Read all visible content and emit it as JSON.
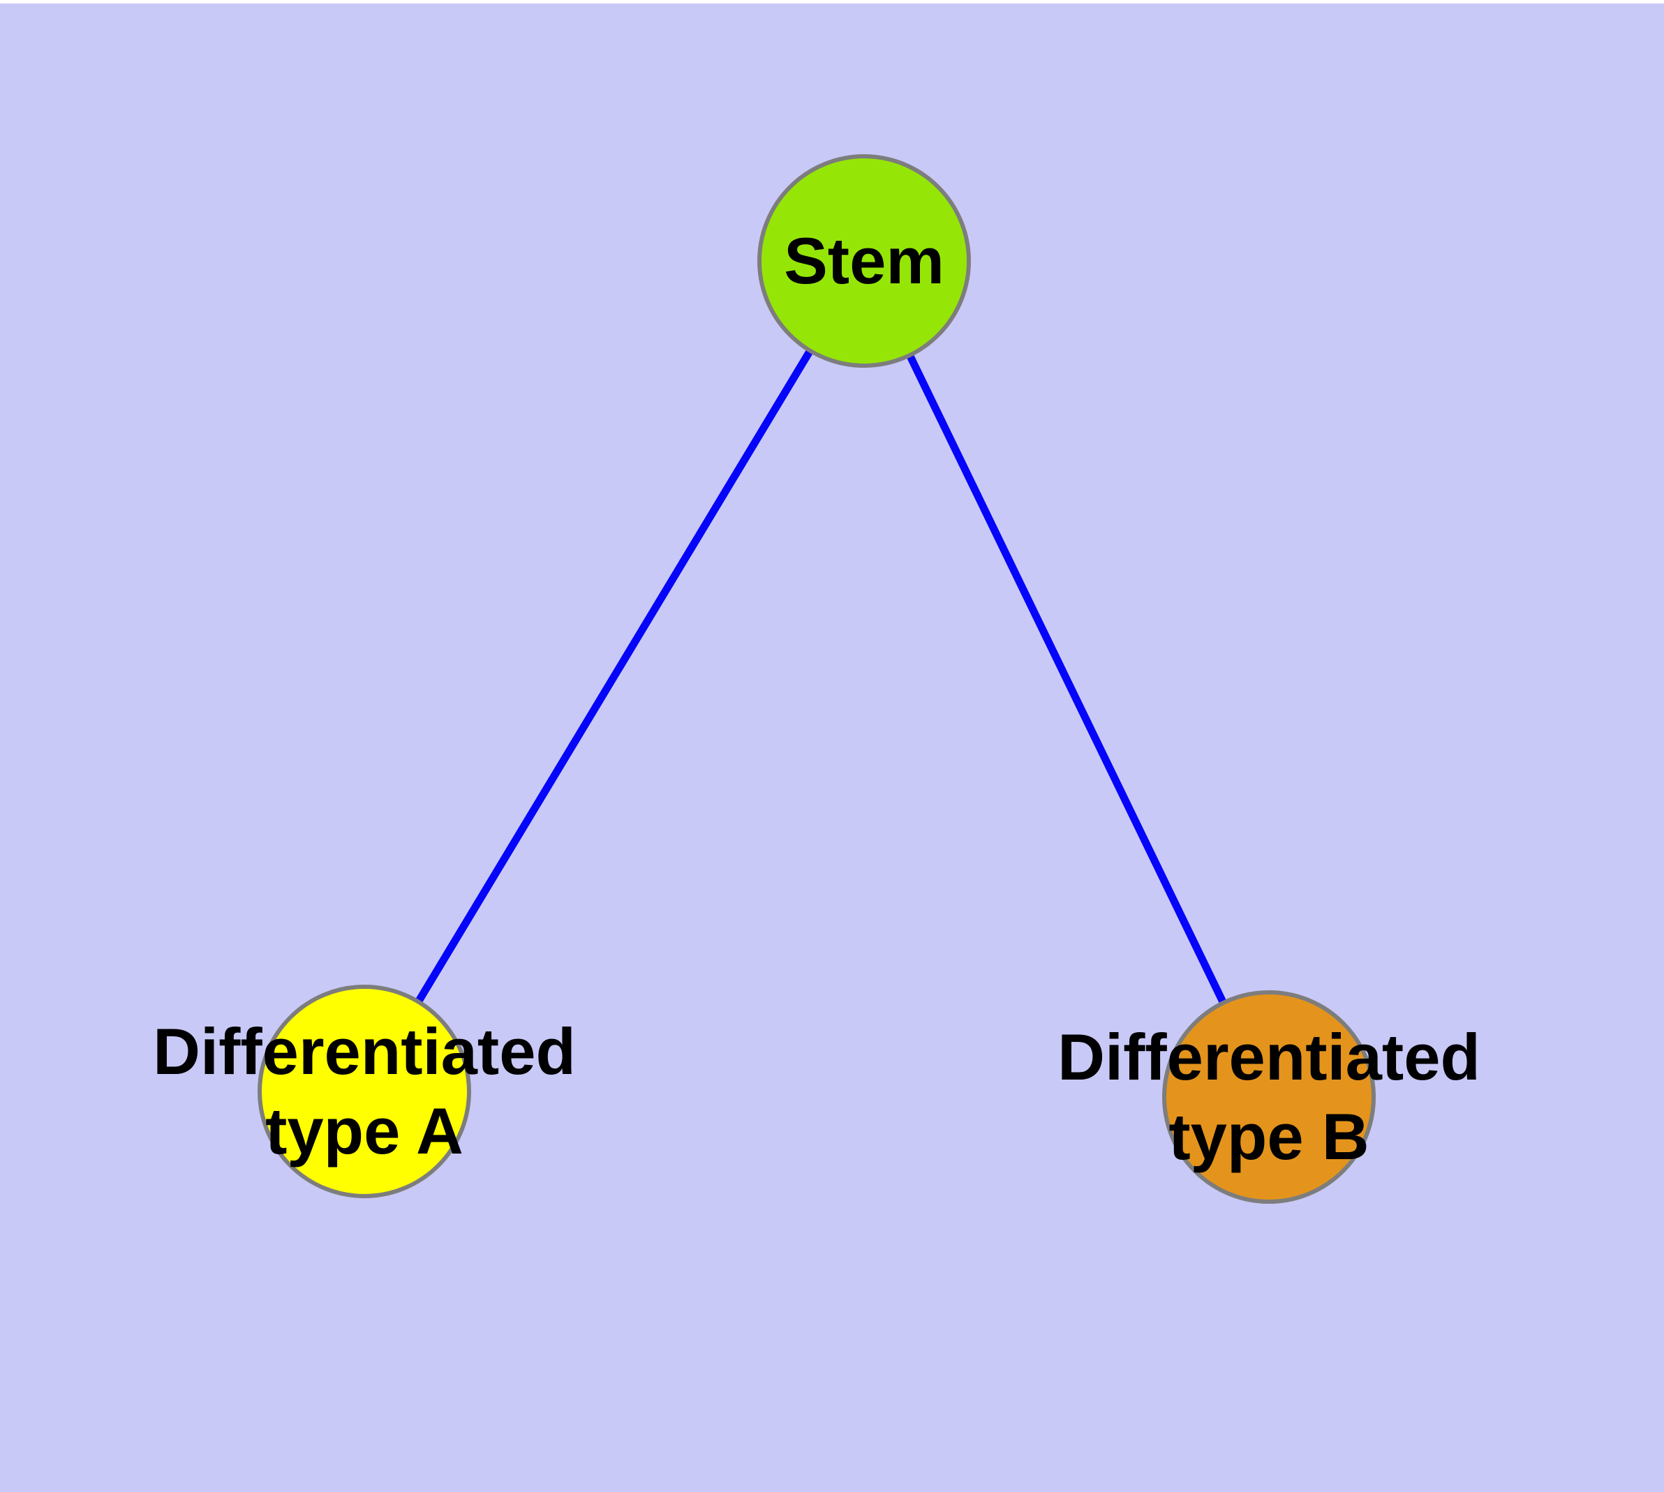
{
  "colors": {
    "background": "#c9c9f7",
    "top_strip": "#ffffff",
    "edge": "#0505fa",
    "node_border": "#7d7d7d",
    "label_text": "#000000"
  },
  "nodes": {
    "stem": {
      "label": "Stem",
      "fill": "#95e606"
    },
    "type_a": {
      "label_line1": "Differentiated",
      "label_line2": "type A",
      "fill": "#ffff00"
    },
    "type_b": {
      "label_line1": "Differentiated",
      "label_line2": "type B",
      "fill": "#e4941c"
    }
  },
  "edges": [
    {
      "from": "Stem",
      "to": "Differentiated type A",
      "color": "#0505fa"
    },
    {
      "from": "Stem",
      "to": "Differentiated type B",
      "color": "#0505fa"
    }
  ]
}
